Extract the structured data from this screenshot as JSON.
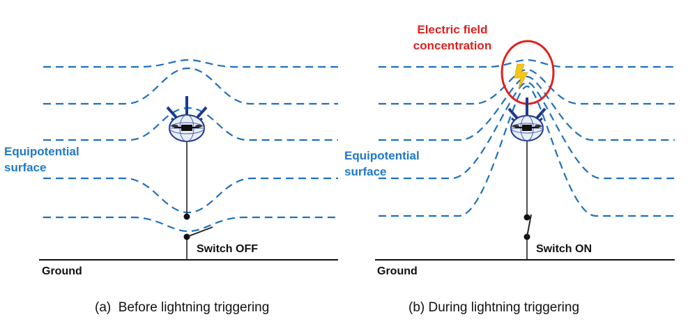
{
  "panels": [
    {
      "id": "a",
      "caption": "(a)  Before lightning triggering",
      "surface_label_line1": "Equipotential",
      "surface_label_line2": "surface",
      "ground_label": "Ground",
      "switch_label": "Switch OFF",
      "switch_state": "off"
    },
    {
      "id": "b",
      "caption": "(b) During lightning triggering",
      "surface_label_line1": "Equipotential",
      "surface_label_line2": "surface",
      "ground_label": "Ground",
      "switch_label": "Switch ON",
      "switch_state": "on",
      "highlight_label_line1": "Electric field",
      "highlight_label_line2": "concentration"
    }
  ],
  "colors": {
    "equipotential": "#1f6fbe",
    "label_blue": "#1f78c8",
    "highlight": "#e0201c",
    "lightning": "#f5c518",
    "drone_arms": "#1c3a8a"
  },
  "icons": [
    "drone-icon",
    "lightning-bolt-icon"
  ]
}
